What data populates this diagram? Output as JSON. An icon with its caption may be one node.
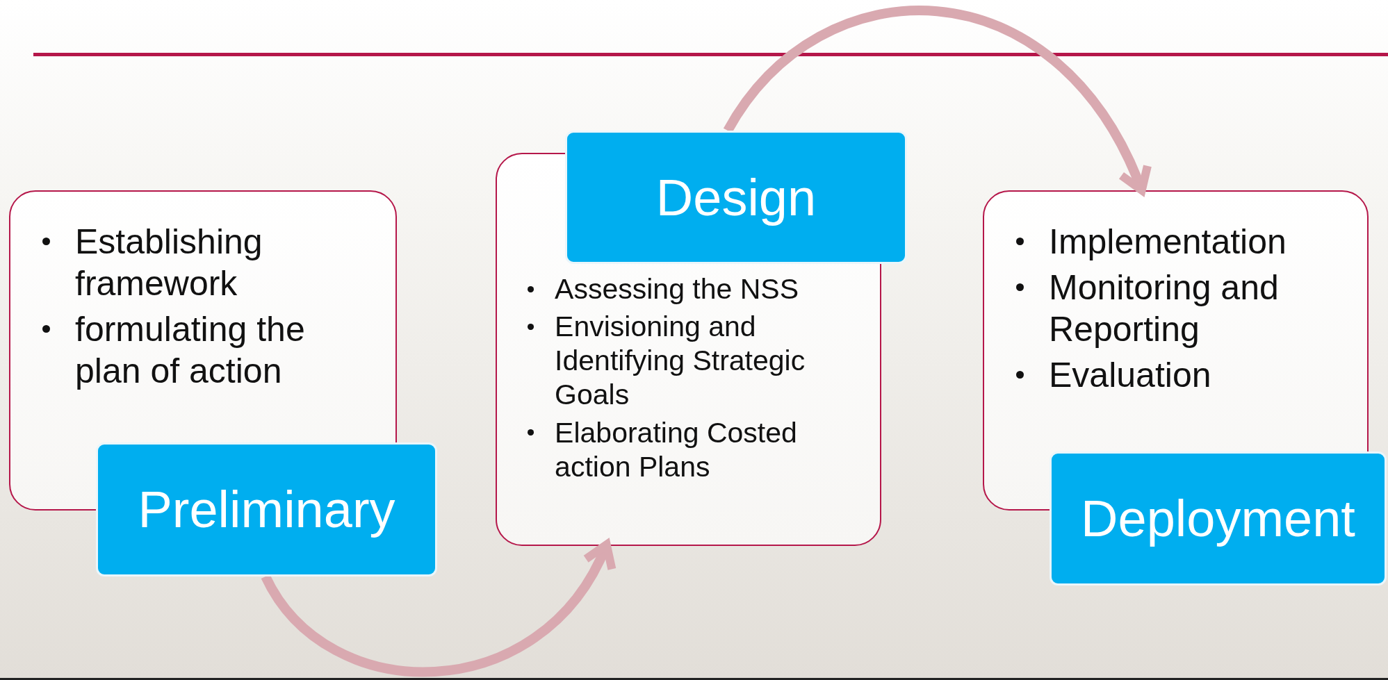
{
  "diagram": {
    "nodes": [
      {
        "text": [
          "Establishing framework",
          "formulating the plan of action",
          "Preliminary"
        ]
      },
      {
        "text": [
          "Design",
          "Assessing the NSS",
          "Envisioning and Identifying Strategic Goals",
          "Elaborating Costed action Plans"
        ]
      },
      {
        "text": [
          "Implementation",
          "Monitoring and Reporting",
          "Evaluation",
          "Deployment"
        ]
      }
    ],
    "edges": [
      {
        "from": 0,
        "to": 1,
        "arrow": "to"
      },
      {
        "from": 1,
        "to": 2,
        "arrow": "to"
      }
    ]
  }
}
